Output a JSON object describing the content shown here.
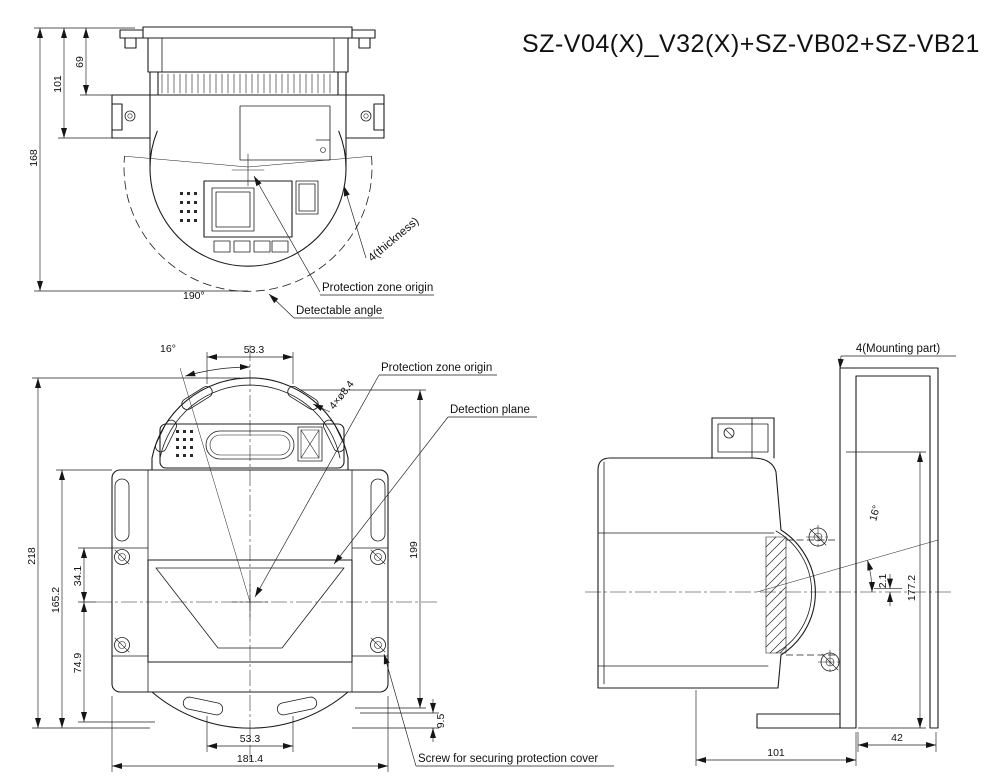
{
  "title": "SZ-V04(X)_V32(X)+SZ-VB02+SZ-VB21",
  "top_view": {
    "dims": {
      "height_top": "69",
      "height_mid": "101",
      "height_total": "168",
      "detectable_angle_value": "190°",
      "thickness_note": "4(thickness)"
    },
    "labels": {
      "protection_zone_origin": "Protection zone origin",
      "detectable_angle": "Detectable angle"
    }
  },
  "front_view": {
    "dims": {
      "slot_angle": "16°",
      "slot_spacing_top": "53.3",
      "mounting_holes": "4×ø8.4",
      "height_total": "218",
      "height_body": "165.2",
      "center_to_window_top": "34.1",
      "center_to_bottom": "74.9",
      "height_right": "199",
      "base_height": "9.5",
      "slot_spacing_bottom": "53.3",
      "width_total": "181.4"
    },
    "labels": {
      "protection_zone_origin": "Protection zone origin",
      "detection_plane": "Detection plane",
      "screw_note": "Screw for securing protection cover"
    }
  },
  "side_view": {
    "dims": {
      "tilt_angle": "16°",
      "plane_offset": "2.1",
      "height_total": "177.2",
      "bracket_depth": "42",
      "body_depth": "101"
    },
    "labels": {
      "mounting_part": "4(Mounting part)"
    }
  }
}
